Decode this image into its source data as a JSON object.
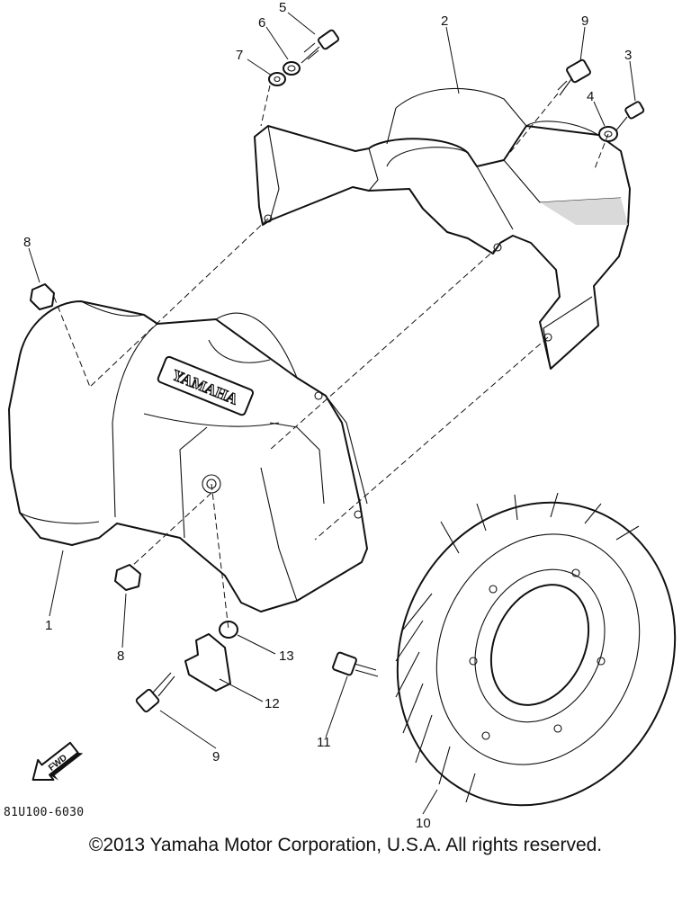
{
  "diagram": {
    "code": "81U100-6030",
    "brand_text": "YAMAHA",
    "fwd_label": "FWD",
    "callouts": [
      "5",
      "6",
      "7",
      "2",
      "9",
      "3",
      "4",
      "8",
      "1",
      "8",
      "13",
      "12",
      "9",
      "11",
      "10"
    ]
  },
  "footer": {
    "copyright": "©2013 Yamaha Motor Corporation, U.S.A. All rights reserved."
  }
}
